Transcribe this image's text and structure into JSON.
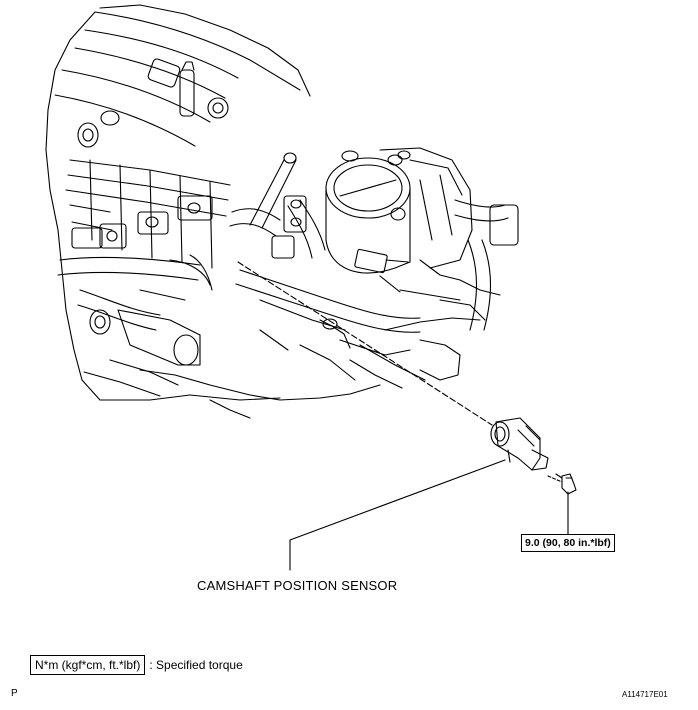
{
  "labels": {
    "sensor": "CAMSHAFT POSITION SENSOR",
    "torque": "9.0 (90, 80 in.*lbf)"
  },
  "legend": {
    "unit": "N*m (kgf*cm, ft.*lbf)",
    "text": ": Specified torque"
  },
  "footer": {
    "left_code": "P",
    "figure_id": "A114717E01"
  }
}
